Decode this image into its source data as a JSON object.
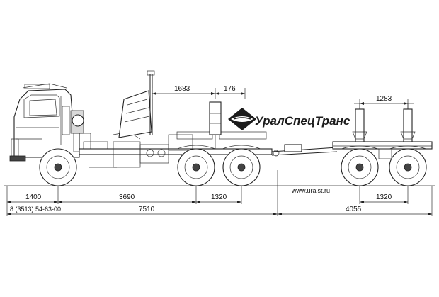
{
  "logo": {
    "text": "УралСпецТранс"
  },
  "url": "www.uralst.ru",
  "phone": "8 (3513) 54-63-00",
  "dimensions": {
    "top_1683": "1683",
    "top_176": "176",
    "top_1283": "1283",
    "front_overhang": "1400",
    "wheelbase": "3690",
    "rear_axles": "1320",
    "trailer_axles": "1320",
    "truck_length": "7510",
    "trailer_length": "4055"
  },
  "colors": {
    "line": "#222222",
    "wheel_fill": "#ffffff",
    "logo": "#1b1b1b"
  }
}
